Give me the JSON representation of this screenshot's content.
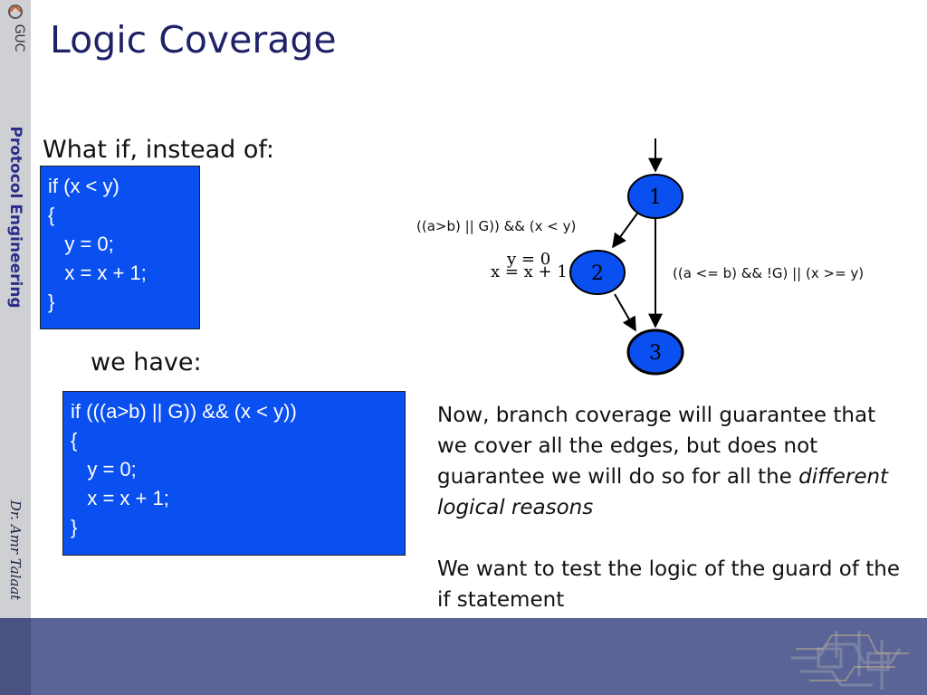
{
  "sidebar": {
    "logo_text": "GUC",
    "course": "Protocol Engineering",
    "author": "Dr. Amr Talaat"
  },
  "slide": {
    "title": "Logic Coverage",
    "intro": "What if, instead of:",
    "code1": [
      "if (x < y)",
      "{",
      "   y = 0;",
      "   x = x + 1;",
      "}"
    ],
    "we_have": "we have:",
    "code2": [
      "if (((a>b) || G)) && (x < y))",
      "{",
      "   y = 0;",
      "   x = x + 1;",
      "}"
    ],
    "explanation": {
      "line1": "Now, branch coverage will guarantee that we cover all the edges, but does not guarantee we will do so for all the ",
      "emphasis": "different logical reasons",
      "line2": "We want to test the logic of the guard of the if statement"
    }
  },
  "graph": {
    "nodes": [
      {
        "id": "1",
        "label": "1"
      },
      {
        "id": "2",
        "label": "2"
      },
      {
        "id": "3",
        "label": "3"
      }
    ],
    "edge_labels": {
      "true_branch": "((a>b) || G)) && (x < y)",
      "false_branch": "((a <= b) && !G) || (x >= y)"
    },
    "node2_stmts": [
      "y = 0",
      "x = x + 1"
    ]
  },
  "colors": {
    "code_bg": "#0a4ff0",
    "node_fill": "#0a4ff0",
    "title": "#1f2268",
    "footer": "#5a6496",
    "sidebar": "#cfd0d4"
  }
}
